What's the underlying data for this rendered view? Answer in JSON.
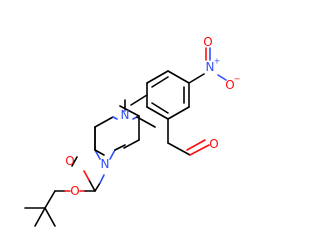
{
  "molecule": {
    "atoms": {
      "n_piperazine_top": {
        "symbol": "N",
        "color": "#3050f8"
      },
      "n_piperazine_bottom": {
        "symbol": "N",
        "color": "#3050f8"
      },
      "o_carbamate_carbonyl": {
        "symbol": "O",
        "color": "#ff0d0d"
      },
      "o_carbamate_ester": {
        "symbol": "O",
        "color": "#ff0d0d"
      },
      "o_aldehyde": {
        "symbol": "O",
        "color": "#ff0d0d"
      },
      "n_nitro": {
        "symbol": "N",
        "color": "#3050f8",
        "charge": "+"
      },
      "o_nitro_top": {
        "symbol": "O",
        "color": "#ff0d0d"
      },
      "o_nitro_right": {
        "symbol": "O",
        "color": "#ff0d0d",
        "charge": "−"
      }
    },
    "bond_color": "#000000"
  }
}
